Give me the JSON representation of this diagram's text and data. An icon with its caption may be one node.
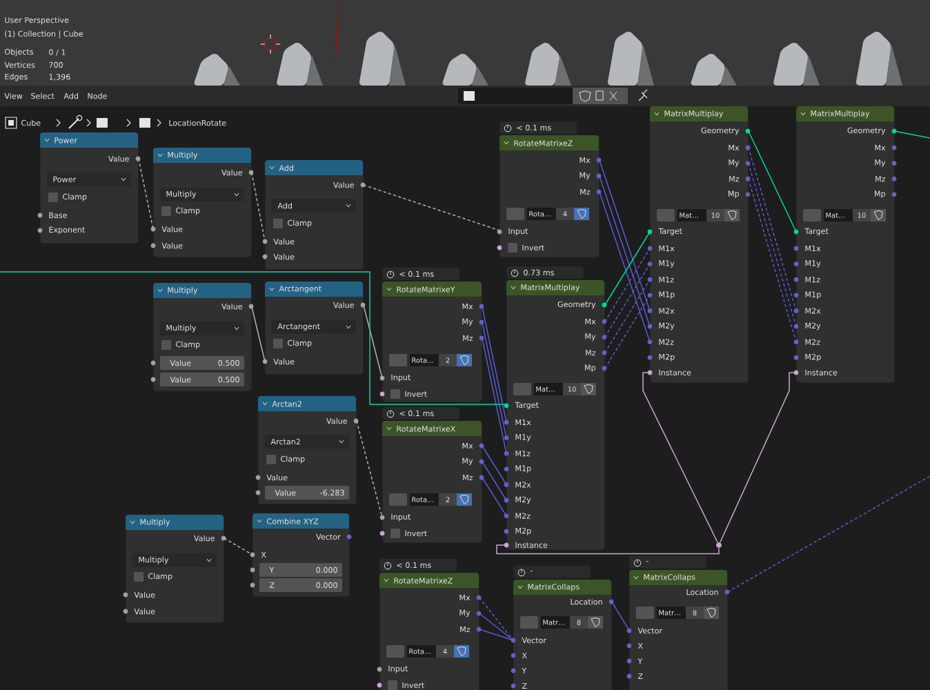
{
  "diagram": {
    "nodes": [
      {
        "text": [
          "Power",
          "Value",
          "Power",
          "Clamp",
          "Base",
          "Exponent"
        ]
      },
      {
        "text": [
          "Multiply",
          "Value",
          "Multiply",
          "Clamp",
          "Value",
          "Value"
        ]
      },
      {
        "text": [
          "Add",
          "Value",
          "Add",
          "Clamp",
          "Value",
          "Value"
        ]
      },
      {
        "text": [
          "Multiply",
          "Value",
          "Multiply",
          "Clamp",
          "Value",
          "0.500",
          "Value",
          "0.500"
        ]
      },
      {
        "text": [
          "Arctangent",
          "Value",
          "Arctangent",
          "Clamp",
          "Value"
        ]
      },
      {
        "text": [
          "Arctan2",
          "Value",
          "Arctan2",
          "Clamp",
          "Value",
          "Value",
          "-6.283"
        ]
      },
      {
        "text": [
          "Multiply",
          "Value",
          "Multiply",
          "Clamp",
          "Value",
          "Value"
        ]
      },
      {
        "text": [
          "Combine XYZ",
          "Vector",
          "X",
          "Y",
          "0.000",
          "Z",
          "0.000"
        ]
      },
      {
        "text": [
          "RotateMatrixeZ",
          "Mx",
          "My",
          "Mz",
          "Rota…",
          "4",
          "Input",
          "Invert"
        ],
        "beside": [
          "< 0.1 ms"
        ]
      },
      {
        "text": [
          "RotateMatrixeY",
          "Mx",
          "My",
          "Mz",
          "Rota…",
          "2",
          "Input",
          "Invert"
        ],
        "beside": [
          "< 0.1 ms"
        ]
      },
      {
        "text": [
          "MatrixMultiplay",
          "Geometry",
          "Mx",
          "My",
          "Mz",
          "Mp",
          "Mat…",
          "10",
          "Target",
          "M1x",
          "M1y",
          "M1z",
          "M1p",
          "M2x",
          "M2y",
          "M2z",
          "M2p",
          "Instance"
        ],
        "beside": [
          "0.73 ms"
        ]
      },
      {
        "text": [
          "RotateMatrixeX",
          "Mx",
          "My",
          "Mz",
          "Rota…",
          "2",
          "Input",
          "Invert"
        ],
        "beside": [
          "< 0.1 ms"
        ]
      },
      {
        "text": [
          "RotateMatrixeZ",
          "Mx",
          "My",
          "Mz",
          "Rota…",
          "4",
          "Input",
          "Invert"
        ],
        "beside": [
          "< 0.1 ms"
        ]
      },
      {
        "text": [
          "MatrixMultiplay",
          "Geometry",
          "Mx",
          "My",
          "Mz",
          "Mp",
          "Mat…",
          "10",
          "Target",
          "M1x",
          "M1y",
          "M1z",
          "M1p",
          "M2x",
          "M2y",
          "M2z",
          "M2p",
          "Instance"
        ]
      },
      {
        "text": [
          "MatrixMultiplay",
          "Geometry",
          "Mx",
          "My",
          "Mz",
          "Mp",
          "Mat…",
          "10",
          "Target",
          "M1x",
          "M1y",
          "M1z",
          "M1p",
          "M2x",
          "M2y",
          "M2z",
          "M2p",
          "Instance"
        ]
      },
      {
        "text": [
          "MatrixCollaps",
          "Location",
          "Matr…",
          "8",
          "Vector",
          "X",
          "Y",
          "Z"
        ],
        "beside": [
          "-"
        ]
      },
      {
        "text": [
          "MatrixCollaps",
          "Location",
          "Matr…",
          "8",
          "Vector",
          "X",
          "Y",
          "Z"
        ],
        "beside": [
          "-"
        ]
      },
      {
        "text": [],
        "shape": "circle"
      }
    ],
    "edges": [
      {
        "from": 0,
        "to": 1,
        "arrow": "none",
        "style": "dashed",
        "color": "#b4b4b4"
      },
      {
        "from": 1,
        "to": 2,
        "arrow": "none",
        "style": "dashed",
        "color": "#b4b4b4"
      },
      {
        "from": 2,
        "to": 8,
        "arrow": "none",
        "style": "dashed",
        "color": "#b4b4b4"
      },
      {
        "from": 3,
        "to": 4,
        "arrow": "none",
        "color": "#b4b4b4"
      },
      {
        "from": 4,
        "to": 9,
        "arrow": "none",
        "color": "#b4b4b4"
      },
      {
        "from": 5,
        "to": 11,
        "arrow": "none",
        "style": "dashed",
        "color": "#b4b4b4"
      },
      {
        "from": 6,
        "to": 7,
        "arrow": "none",
        "style": "dashed",
        "color": "#b4b4b4"
      },
      {
        "from": 9,
        "to": 10,
        "arrow": "none"
      },
      {
        "from": 9,
        "to": 10,
        "arrow": "none"
      },
      {
        "from": 9,
        "to": 10,
        "arrow": "none"
      },
      {
        "from": 11,
        "to": 10,
        "arrow": "none"
      },
      {
        "from": 11,
        "to": 10,
        "arrow": "none"
      },
      {
        "from": 11,
        "to": 10,
        "arrow": "none"
      },
      {
        "from": 8,
        "to": 13,
        "arrow": "none"
      },
      {
        "from": 8,
        "to": 13,
        "arrow": "none"
      },
      {
        "from": 8,
        "to": 13,
        "arrow": "none"
      },
      {
        "from": 12,
        "to": 15,
        "arrow": "none",
        "style": "dashed"
      },
      {
        "from": 12,
        "to": 15,
        "arrow": "none"
      },
      {
        "from": 12,
        "to": 15,
        "arrow": "none"
      },
      {
        "from": 10,
        "to": 13,
        "arrow": "none",
        "color": "#00d6a3"
      },
      {
        "from": 10,
        "to": 13,
        "arrow": "none",
        "style": "dashed"
      },
      {
        "from": 10,
        "to": 13,
        "arrow": "none",
        "style": "dashed"
      },
      {
        "from": 10,
        "to": 13,
        "arrow": "none",
        "style": "dashed"
      },
      {
        "from": 10,
        "to": 13,
        "arrow": "none",
        "style": "dashed"
      },
      {
        "from": 13,
        "to": 14,
        "arrow": "none",
        "color": "#00d6a3"
      },
      {
        "from": 13,
        "to": 14,
        "arrow": "none",
        "style": "dashed"
      },
      {
        "from": 13,
        "to": 14,
        "arrow": "none",
        "style": "dashed"
      },
      {
        "from": 13,
        "to": 14,
        "arrow": "none",
        "style": "dashed"
      },
      {
        "from": 14,
        "to": null,
        "arrow": "none",
        "color": "#00d6a3"
      },
      {
        "from": null,
        "to": 10,
        "arrow": "none",
        "color": "#00d6a3"
      },
      {
        "from": 17,
        "to": 10,
        "arrow": "none",
        "color": "#cfa3d9"
      },
      {
        "from": 17,
        "to": 13,
        "arrow": "none",
        "color": "#cfa3d9"
      },
      {
        "from": 17,
        "to": 14,
        "arrow": "none",
        "color": "#cfa3d9"
      },
      {
        "from": 15,
        "to": 16,
        "arrow": "none"
      },
      {
        "from": 16,
        "to": null,
        "arrow": "none",
        "style": "dashed"
      }
    ],
    "labels": [
      "User Perspective",
      "(1) Collection | Cube",
      "Objects",
      "0 / 1",
      "Vertices",
      "700",
      "Edges",
      "1,396",
      "View",
      "Select",
      "Add",
      "Node",
      "Cube",
      "LocationRotate"
    ]
  }
}
